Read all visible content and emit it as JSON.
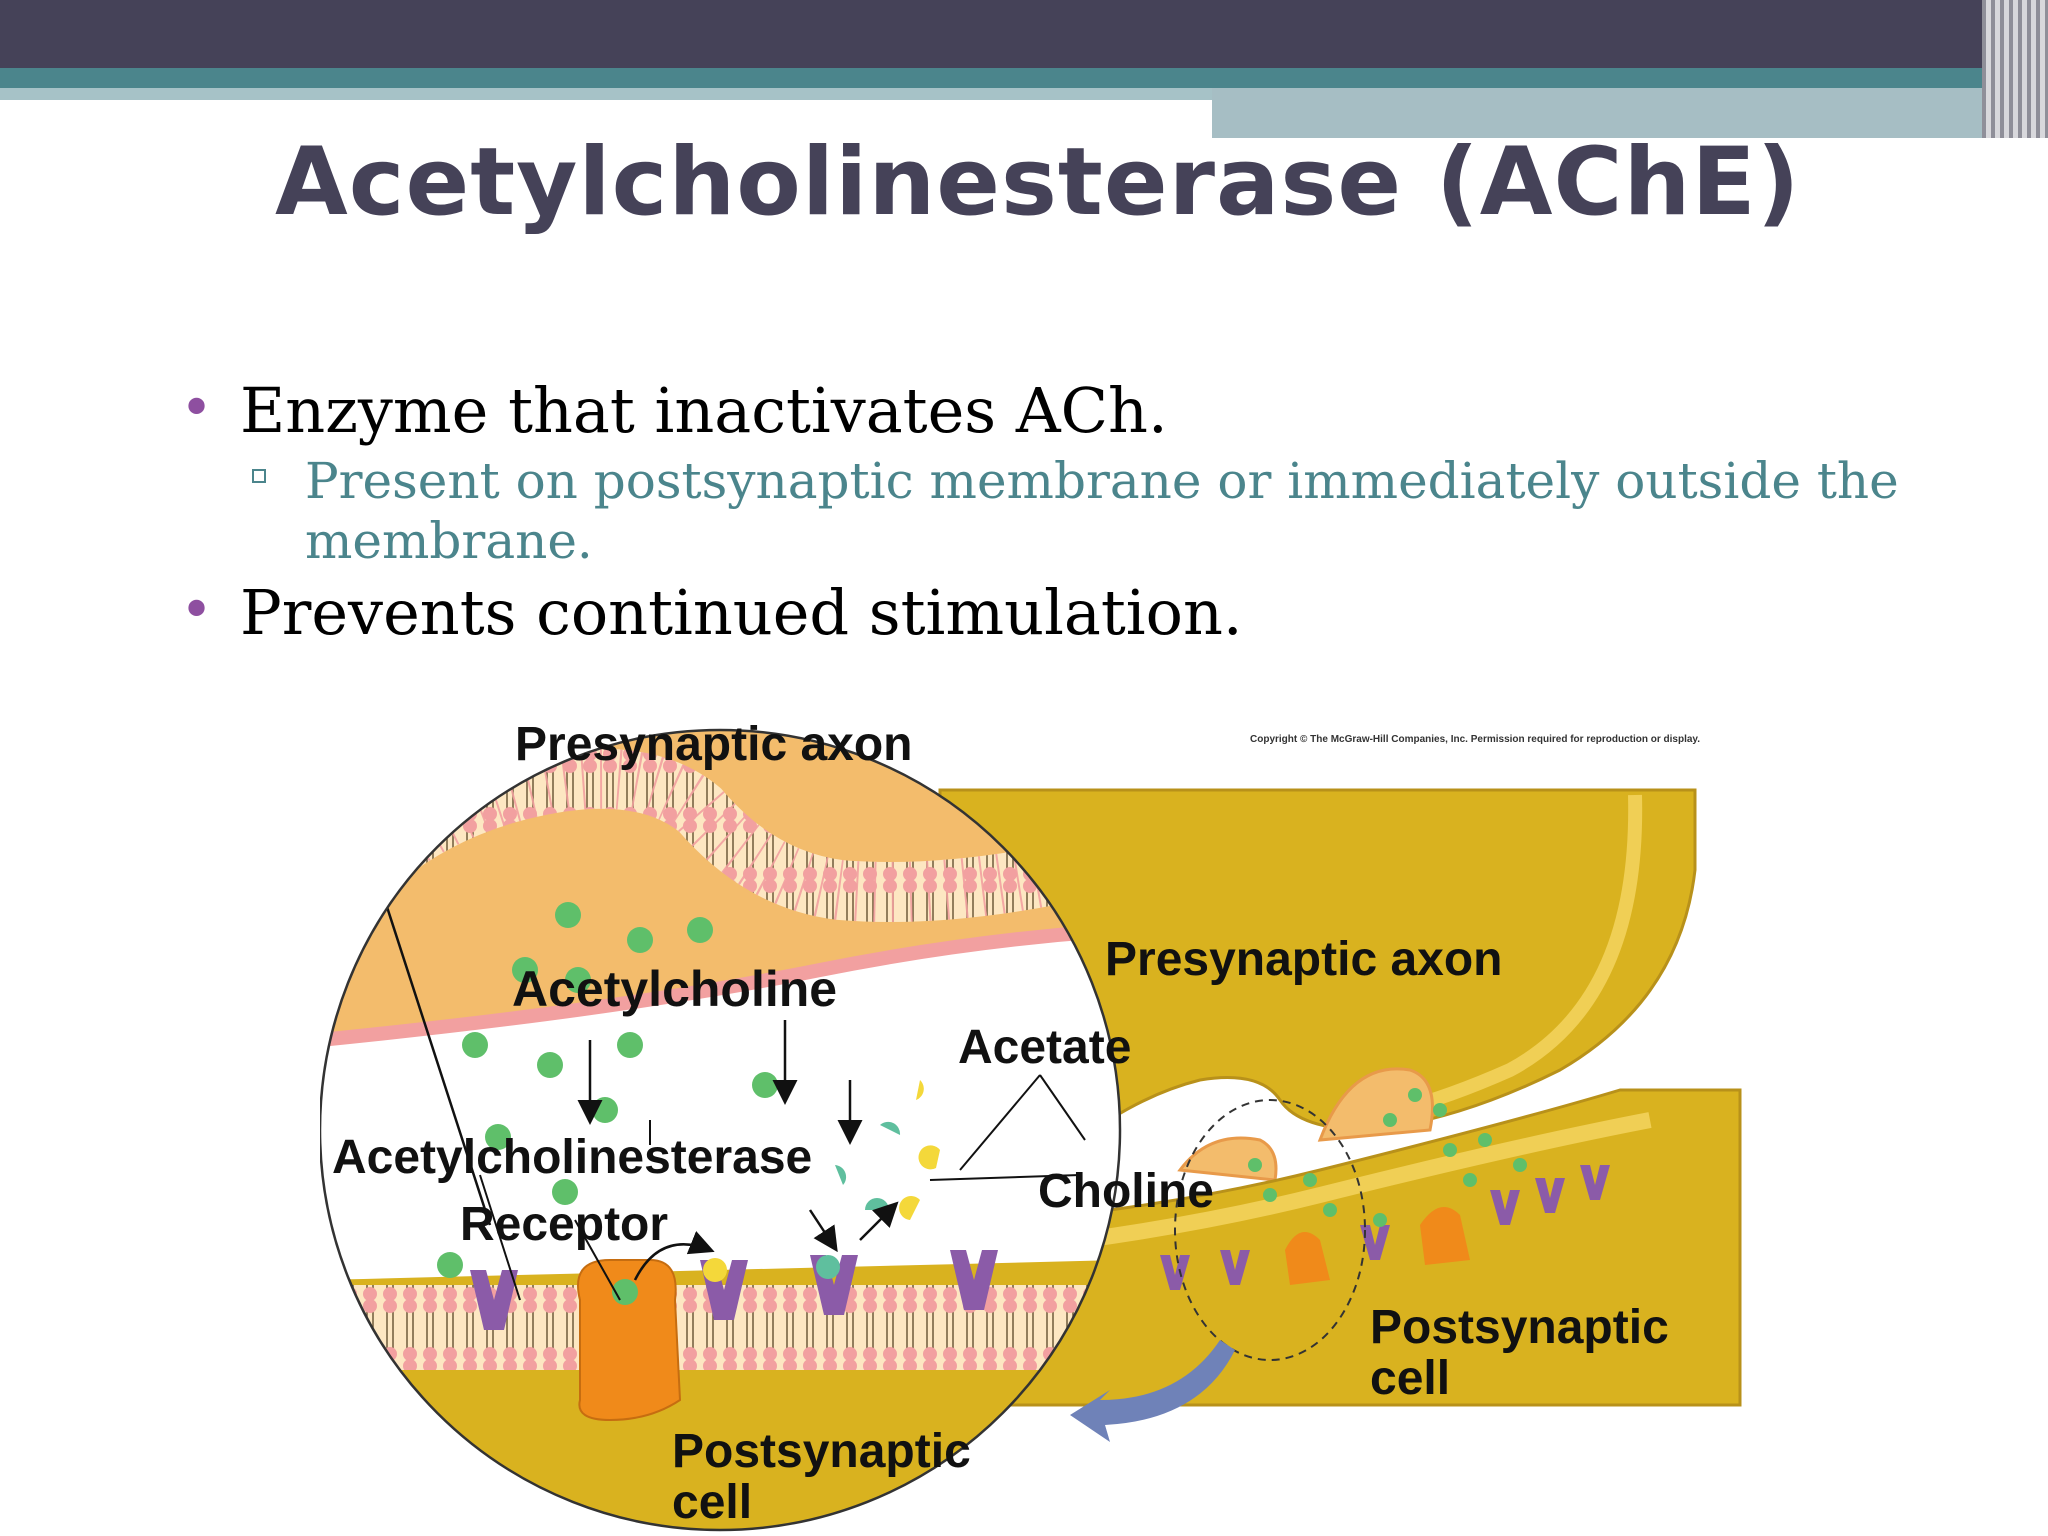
{
  "slide": {
    "title": "Acetylcholinesterase (AChE)",
    "bullets": [
      {
        "text": "Enzyme that inactivates ACh.",
        "sub": [
          "Present on postsynaptic membrane or immediately outside the membrane."
        ]
      },
      {
        "text": "Prevents continued  stimulation.",
        "sub": []
      }
    ]
  },
  "diagram": {
    "copyright": "Copyright © The McGraw-Hill Companies, Inc. Permission required for reproduction or display.",
    "labels": {
      "presynaptic_axon_top": "Presynaptic axon",
      "presynaptic_axon_right": "Presynaptic axon",
      "acetylcholine": "Acetylcholine",
      "acetate": "Acetate",
      "acetylcholinesterase": "Acetylcholinesterase",
      "choline": "Choline",
      "receptor": "Receptor",
      "postsynaptic_cell_bottom_1": "Postsynaptic",
      "postsynaptic_cell_bottom_2": "cell",
      "postsynaptic_cell_right_1": "Postsynaptic",
      "postsynaptic_cell_right_2": "cell"
    },
    "colors": {
      "membrane_head": "#f2a0a0",
      "axon_fill": "#f3bc6c",
      "cell_fill": "#dcb21f",
      "receptor": "#8b5ba8",
      "enzyme": "#f08a1a",
      "ach": "#5fbf6a",
      "arrow": "#6f82b8"
    }
  }
}
